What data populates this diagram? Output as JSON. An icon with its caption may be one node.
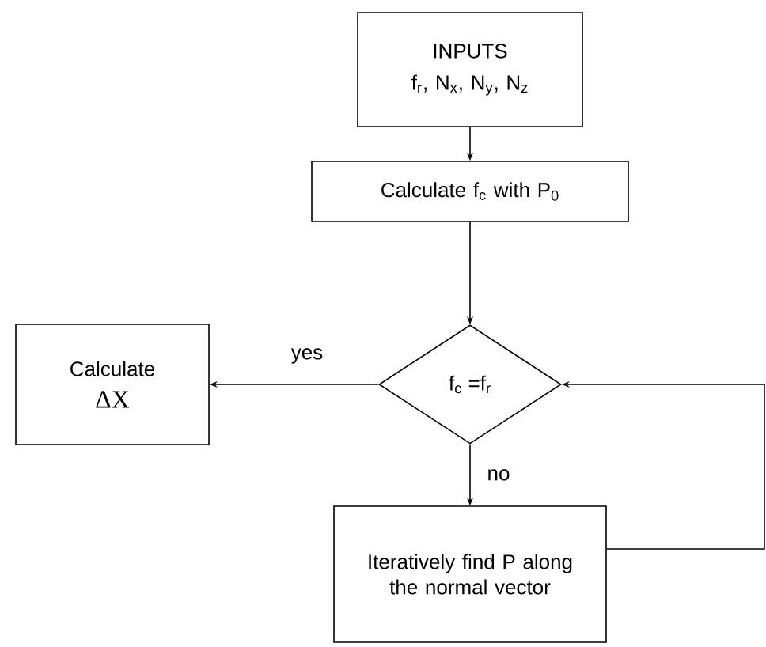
{
  "diagram": {
    "nodes": [
      {
        "text": [
          "INPUTS",
          "f$_{r}$, N$_{x}$, N$_{y}$, N$_{z}$"
        ]
      },
      {
        "text": [
          "Calculate f$_{c}$ with P$_{0}$"
        ]
      },
      {
        "text": [
          "f$_{c}$ =f$_{r}$"
        ]
      },
      {
        "text": [
          "Calculate",
          "ΔX"
        ]
      },
      {
        "text": [
          "Iteratively find P along the normal vector"
        ]
      }
    ],
    "edges": [
      {
        "from": 0,
        "to": 1,
        "arrow": "to"
      },
      {
        "from": 1,
        "to": 2,
        "arrow": "to"
      },
      {
        "from": 2,
        "to": 3,
        "arrow": "to",
        "label": "yes"
      },
      {
        "from": 2,
        "to": 4,
        "arrow": "to",
        "label": "no"
      },
      {
        "from": 4,
        "to": 2,
        "arrow": "to"
      }
    ]
  }
}
